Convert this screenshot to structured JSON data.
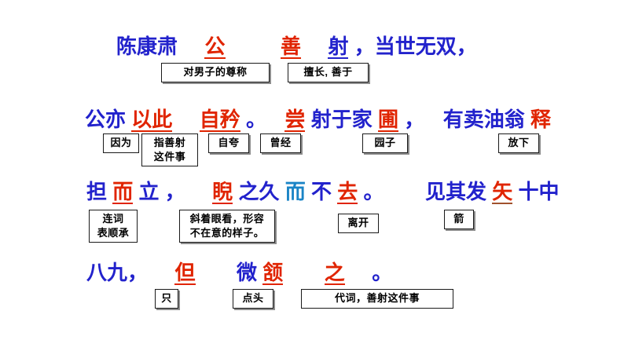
{
  "slide": {
    "title": "卖油翁 课文注释 幻灯片",
    "background": "#ffffff",
    "colors": {
      "blue": "#2222cc",
      "red": "#e02400",
      "teal": "#1a84c6",
      "underline_red": "#e02400",
      "underline_blue": "#2222cc",
      "underline_brown": "#a0522d",
      "box_border": "#1a1a1a",
      "box_shadow": "#8c8c8c"
    }
  },
  "lines": [
    {
      "id": "line1",
      "text": "陈康肃公善射，当世无双，",
      "segments": [
        {
          "t": "陈康肃",
          "color": "blue",
          "underline": "none"
        },
        {
          "t": "公",
          "color": "red",
          "underline": "red"
        },
        {
          "t": "善",
          "color": "red",
          "underline": "red"
        },
        {
          "t": "射",
          "color": "blue",
          "underline": "blue"
        },
        {
          "t": "，当世无双，",
          "color": "blue",
          "underline": "none"
        }
      ]
    },
    {
      "id": "line2",
      "text": "公亦以此自矜。尝射于家圃，有卖油翁释",
      "segments": [
        {
          "t": "公亦",
          "color": "blue",
          "underline": "none"
        },
        {
          "t": "以此",
          "color": "red",
          "underline": "red"
        },
        {
          "t": "自矜",
          "color": "red",
          "underline": "red"
        },
        {
          "t": "。",
          "color": "blue",
          "underline": "none"
        },
        {
          "t": "尝",
          "color": "red",
          "underline": "red"
        },
        {
          "t": "射于家",
          "color": "blue",
          "underline": "none"
        },
        {
          "t": "圃",
          "color": "red",
          "underline": "red"
        },
        {
          "t": "，",
          "color": "blue",
          "underline": "none"
        },
        {
          "t": "有卖油翁",
          "color": "blue",
          "underline": "none"
        },
        {
          "t": "释",
          "color": "red",
          "underline": "red"
        }
      ]
    },
    {
      "id": "line3",
      "text": "担而立，睨之久而不去。见其发矢十中",
      "segments": [
        {
          "t": "担",
          "color": "blue",
          "underline": "none"
        },
        {
          "t": "而",
          "color": "red",
          "underline": "red"
        },
        {
          "t": "立",
          "color": "blue",
          "underline": "none"
        },
        {
          "t": "，",
          "color": "blue",
          "underline": "none"
        },
        {
          "t": "睨",
          "color": "red",
          "underline": "red"
        },
        {
          "t": "之久",
          "color": "blue",
          "underline": "none"
        },
        {
          "t": "而",
          "color": "teal",
          "underline": "none"
        },
        {
          "t": "不",
          "color": "blue",
          "underline": "none"
        },
        {
          "t": "去",
          "color": "red",
          "underline": "red"
        },
        {
          "t": "。",
          "color": "blue",
          "underline": "none"
        },
        {
          "t": "见其发",
          "color": "blue",
          "underline": "none"
        },
        {
          "t": "矢",
          "color": "red",
          "underline": "brown"
        },
        {
          "t": "十中",
          "color": "blue",
          "underline": "none"
        }
      ]
    },
    {
      "id": "line4",
      "text": "八九，但微颔之。",
      "segments": [
        {
          "t": "八九，",
          "color": "blue",
          "underline": "none"
        },
        {
          "t": "但",
          "color": "red",
          "underline": "red"
        },
        {
          "t": "微",
          "color": "blue",
          "underline": "none"
        },
        {
          "t": "颔",
          "color": "red",
          "underline": "red"
        },
        {
          "t": "之",
          "color": "red",
          "underline": "red"
        },
        {
          "t": "。",
          "color": "blue",
          "underline": "none"
        }
      ]
    }
  ],
  "annotations": [
    {
      "id": "a1",
      "lines": [
        "对男子的尊称"
      ],
      "for": "公"
    },
    {
      "id": "a2",
      "lines": [
        "擅长, 善于"
      ],
      "for": "善"
    },
    {
      "id": "a3",
      "lines": [
        "因为"
      ],
      "for": "以"
    },
    {
      "id": "a4",
      "lines": [
        "指善射",
        "这件事"
      ],
      "for": "此"
    },
    {
      "id": "a5",
      "lines": [
        "自夸"
      ],
      "for": "自矜"
    },
    {
      "id": "a6",
      "lines": [
        "曾经"
      ],
      "for": "尝"
    },
    {
      "id": "a7",
      "lines": [
        "园子"
      ],
      "for": "圃"
    },
    {
      "id": "a8",
      "lines": [
        "放下"
      ],
      "for": "释"
    },
    {
      "id": "a9",
      "lines": [
        "连词",
        "表顺承"
      ],
      "for": "而"
    },
    {
      "id": "a10",
      "lines": [
        "斜着眼看，形容",
        "不在意的样子。"
      ],
      "for": "睨"
    },
    {
      "id": "a11",
      "lines": [
        "离开"
      ],
      "for": "去"
    },
    {
      "id": "a12",
      "lines": [
        "箭"
      ],
      "for": "矢"
    },
    {
      "id": "a13",
      "lines": [
        "只"
      ],
      "for": "但"
    },
    {
      "id": "a14",
      "lines": [
        "点头"
      ],
      "for": "颔"
    },
    {
      "id": "a15",
      "lines": [
        "代词，善射这件事"
      ],
      "for": "之"
    }
  ]
}
